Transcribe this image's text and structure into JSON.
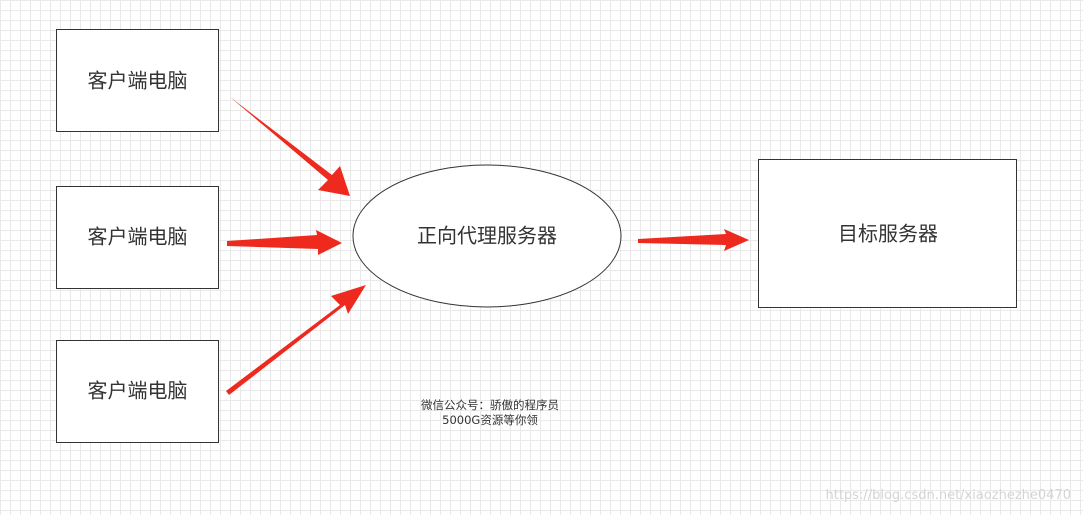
{
  "nodes": {
    "client_1": "客户端电脑",
    "client_2": "客户端电脑",
    "client_3": "客户端电脑",
    "proxy": "正向代理服务器",
    "target": "目标服务器"
  },
  "note": {
    "line1": "微信公众号：骄傲的程序员",
    "line2": "5000G资源等你领"
  },
  "watermark": "https://blog.csdn.net/xiaozhezhe0470",
  "colors": {
    "arrow": "#ee2a1f",
    "border": "#333333",
    "grid": "#e9e9e9"
  }
}
